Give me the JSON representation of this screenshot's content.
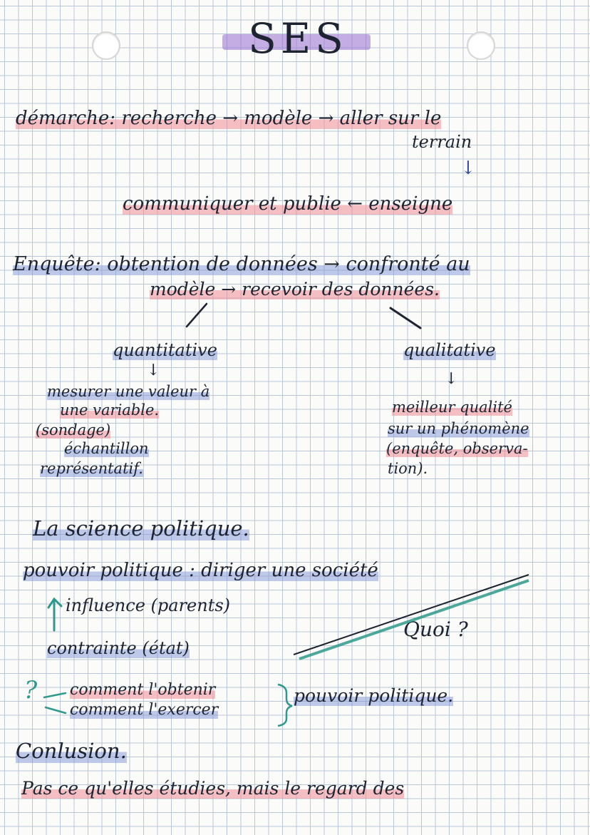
{
  "title": "SES",
  "demarche": {
    "line1": "démarche: recherche → modèle → aller sur le",
    "line2": "terrain",
    "arrow_down": "↓",
    "line3": "communiquer et publie ← enseigne"
  },
  "enquete": {
    "line1": "Enquête: obtention de données → confronté au",
    "line2": "modèle → recevoir des données.",
    "left": {
      "heading": "quantitative",
      "arrow": "↓",
      "l1": "mesurer une valeur à",
      "l2": "une variable.",
      "l3": "(sondage)",
      "l4": "échantillon",
      "l5": "représentatif."
    },
    "right": {
      "heading": "qualitative",
      "arrow": "↓",
      "l1": "meilleur qualité",
      "l2": "sur un phénomène",
      "l3": "(enquête, observa-",
      "l4": "tion)."
    }
  },
  "science_po": {
    "heading": "La science politique.",
    "pouvoir": "pouvoir politique : diriger une société",
    "influence": "influence (parents)",
    "contrainte": "contrainte (état)",
    "quoi": "Quoi ?",
    "question_mark": "?",
    "comment1": "comment l'obtenir",
    "comment2": "comment l'exercer",
    "pouvoir2": "pouvoir politique."
  },
  "conclusion": {
    "heading": "Conlusion.",
    "text": "Pas ce qu'elles étudies, mais le regard des"
  }
}
